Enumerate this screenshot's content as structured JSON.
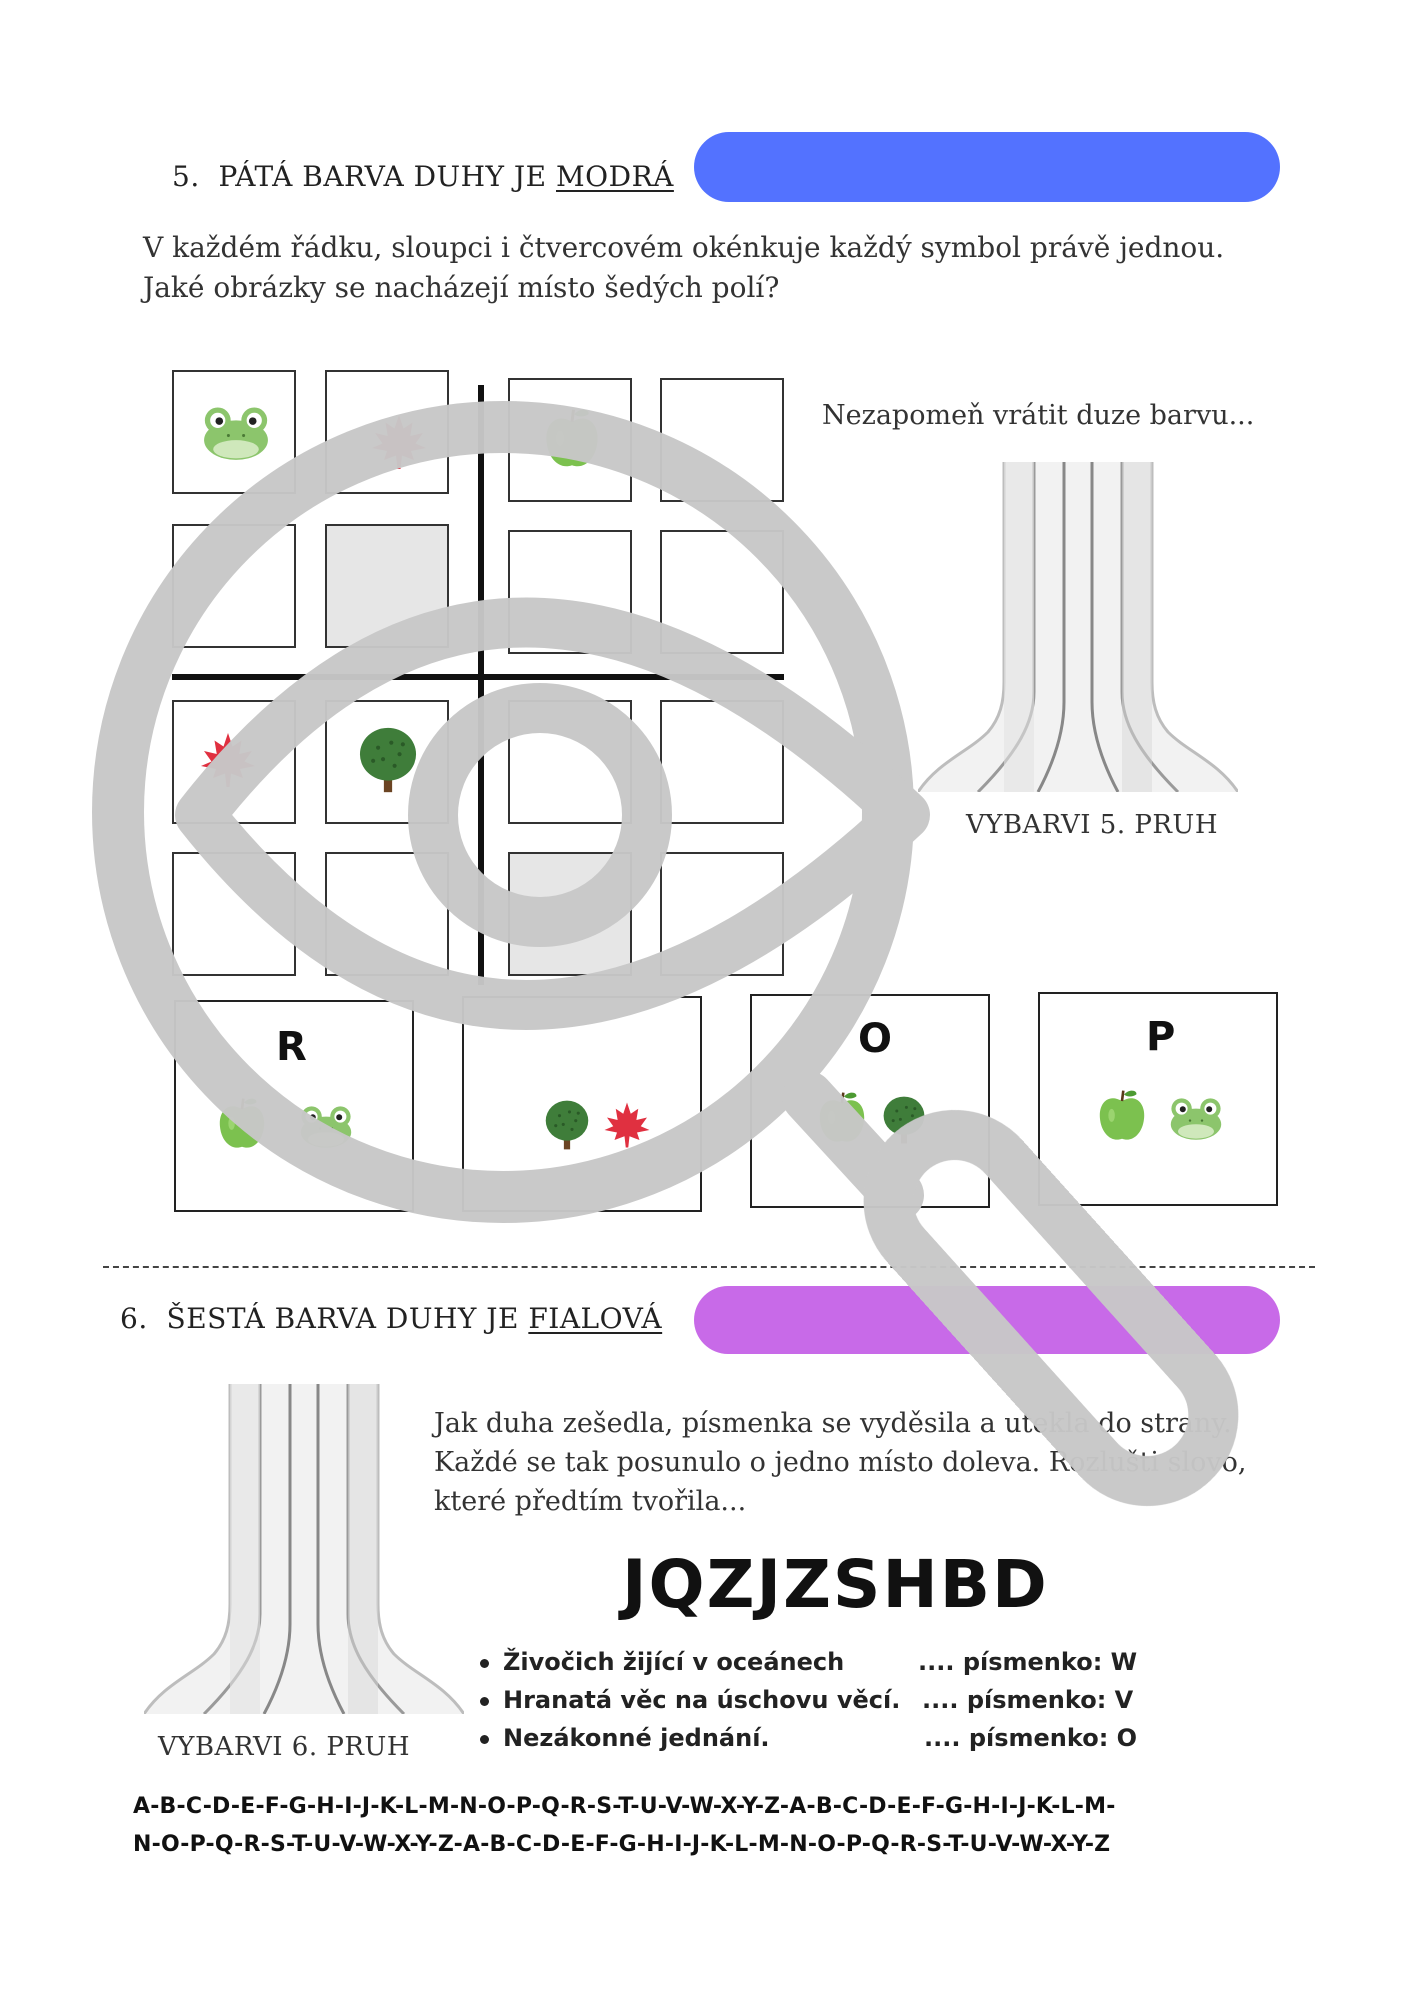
{
  "section5": {
    "number": "5.",
    "title_prefix": "PÁTÁ BARVA DUHY JE",
    "title_color_word": "MODRÁ",
    "bar_color": "#5372ff",
    "instruction_line1": "V každém řádku, sloupci i čtvercovém okénkuje každý symbol právě jednou.",
    "instruction_line2": "Jaké obrázky se nacházejí místo šedých polí?",
    "reminder": "Nezapomeň vrátit duze barvu...",
    "rainbow_caption": "VYBARVI 5. PRUH",
    "grid": [
      [
        "frog-icon",
        "leaf-icon",
        "apple-icon",
        ""
      ],
      [
        "",
        "gray",
        "",
        ""
      ],
      [
        "leaf-icon",
        "tree-icon",
        "",
        ""
      ],
      [
        "",
        "",
        "gray",
        ""
      ]
    ],
    "options": [
      {
        "letter": "R",
        "icons": [
          "apple-icon",
          "frog-icon"
        ]
      },
      {
        "letter": "",
        "icons": [
          "tree-icon",
          "leaf-icon"
        ]
      },
      {
        "letter": "O",
        "icons": [
          "apple-icon",
          "tree-icon"
        ]
      },
      {
        "letter": "P",
        "icons": [
          "apple-icon",
          "frog-icon"
        ]
      }
    ]
  },
  "section6": {
    "number": "6.",
    "title_prefix": "ŠESTÁ BARVA DUHY JE",
    "title_color_word": "FIALOVÁ",
    "bar_color": "#c86ae8",
    "story_line1": "Jak duha zešedla, písmenka se vyděsila a utekla do strany.",
    "story_line2": "Každé se tak posunulo o jedno místo doleva. Rozlušti slovo,",
    "story_line3": "které předtím tvořila...",
    "code": "JQZJZSHBD",
    "rainbow_caption": "VYBARVI 6. PRUH",
    "clues": [
      {
        "text": "Živočich žijící v oceánech",
        "hint": ".... písmenko: W"
      },
      {
        "text": "Hranatá věc na úschovu věcí.",
        "hint": ".... písmenko: V"
      },
      {
        "text": "Nezákonné jednání.",
        "hint": ".... písmenko: O"
      }
    ],
    "alphabet_line1": "A-B-C-D-E-F-G-H-I-J-K-L-M-N-O-P-Q-R-S-T-U-V-W-X-Y-Z-A-B-C-D-E-F-G-H-I-J-K-L-M-",
    "alphabet_line2": "N-O-P-Q-R-S-T-U-V-W-X-Y-Z-A-B-C-D-E-F-G-H-I-J-K-L-M-N-O-P-Q-R-S-T-U-V-W-X-Y-Z"
  },
  "overlay": {
    "icon": "magnifier-eye-icon",
    "color": "#c8c8c8"
  }
}
